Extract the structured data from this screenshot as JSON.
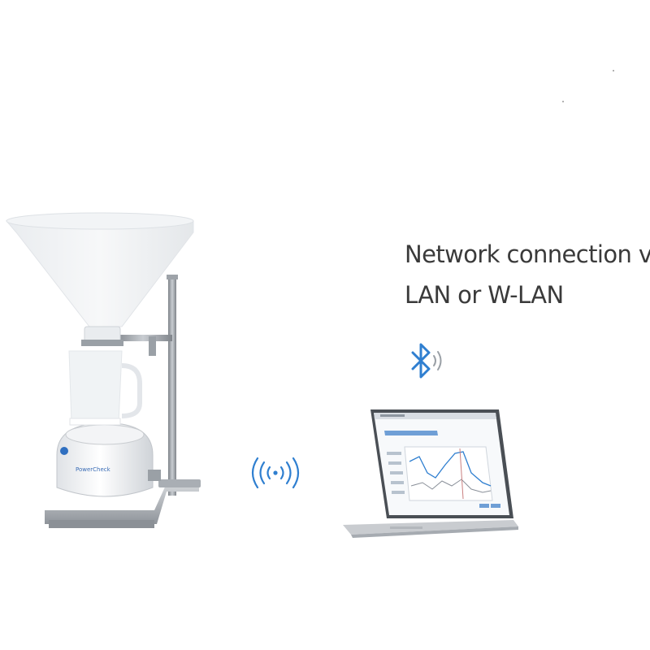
{
  "caption": {
    "line1": "Network connection via",
    "line2": "LAN or W-LAN"
  },
  "device": {
    "logo_text": "PowerCheck"
  },
  "icons": {
    "bluetooth": "bluetooth-icon",
    "wireless": "wireless-signal-icon"
  },
  "colors": {
    "accent_blue": "#2f7fd0",
    "text": "#3a3a3a",
    "steel": "#9aa0a6",
    "laptop_body": "#c9ccd0"
  }
}
